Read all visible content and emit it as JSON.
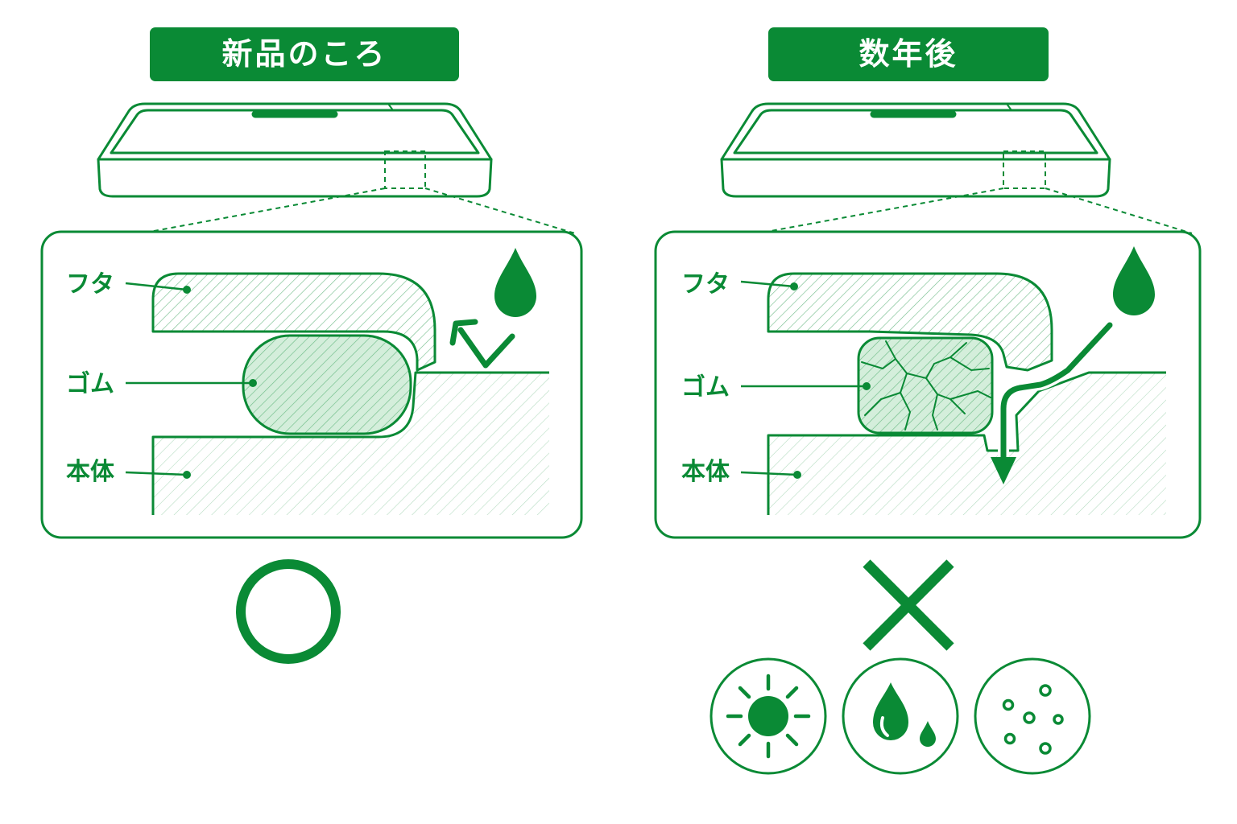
{
  "colors": {
    "primary": "#0a8a35",
    "fill_light": "#d9f0df",
    "background": "#ffffff"
  },
  "panels": [
    {
      "id": "new",
      "header": "新品のころ",
      "labels": {
        "lid": "フタ",
        "rubber": "ゴム",
        "body": "本体"
      },
      "water_blocked": true,
      "result_symbol": "circle-icon"
    },
    {
      "id": "after",
      "header": "数年後",
      "labels": {
        "lid": "フタ",
        "rubber": "ゴム",
        "body": "本体"
      },
      "water_blocked": false,
      "result_symbol": "cross-icon",
      "causes": [
        {
          "icon": "sun-icon"
        },
        {
          "icon": "water-drops-icon"
        },
        {
          "icon": "dust-particles-icon"
        }
      ]
    }
  ]
}
